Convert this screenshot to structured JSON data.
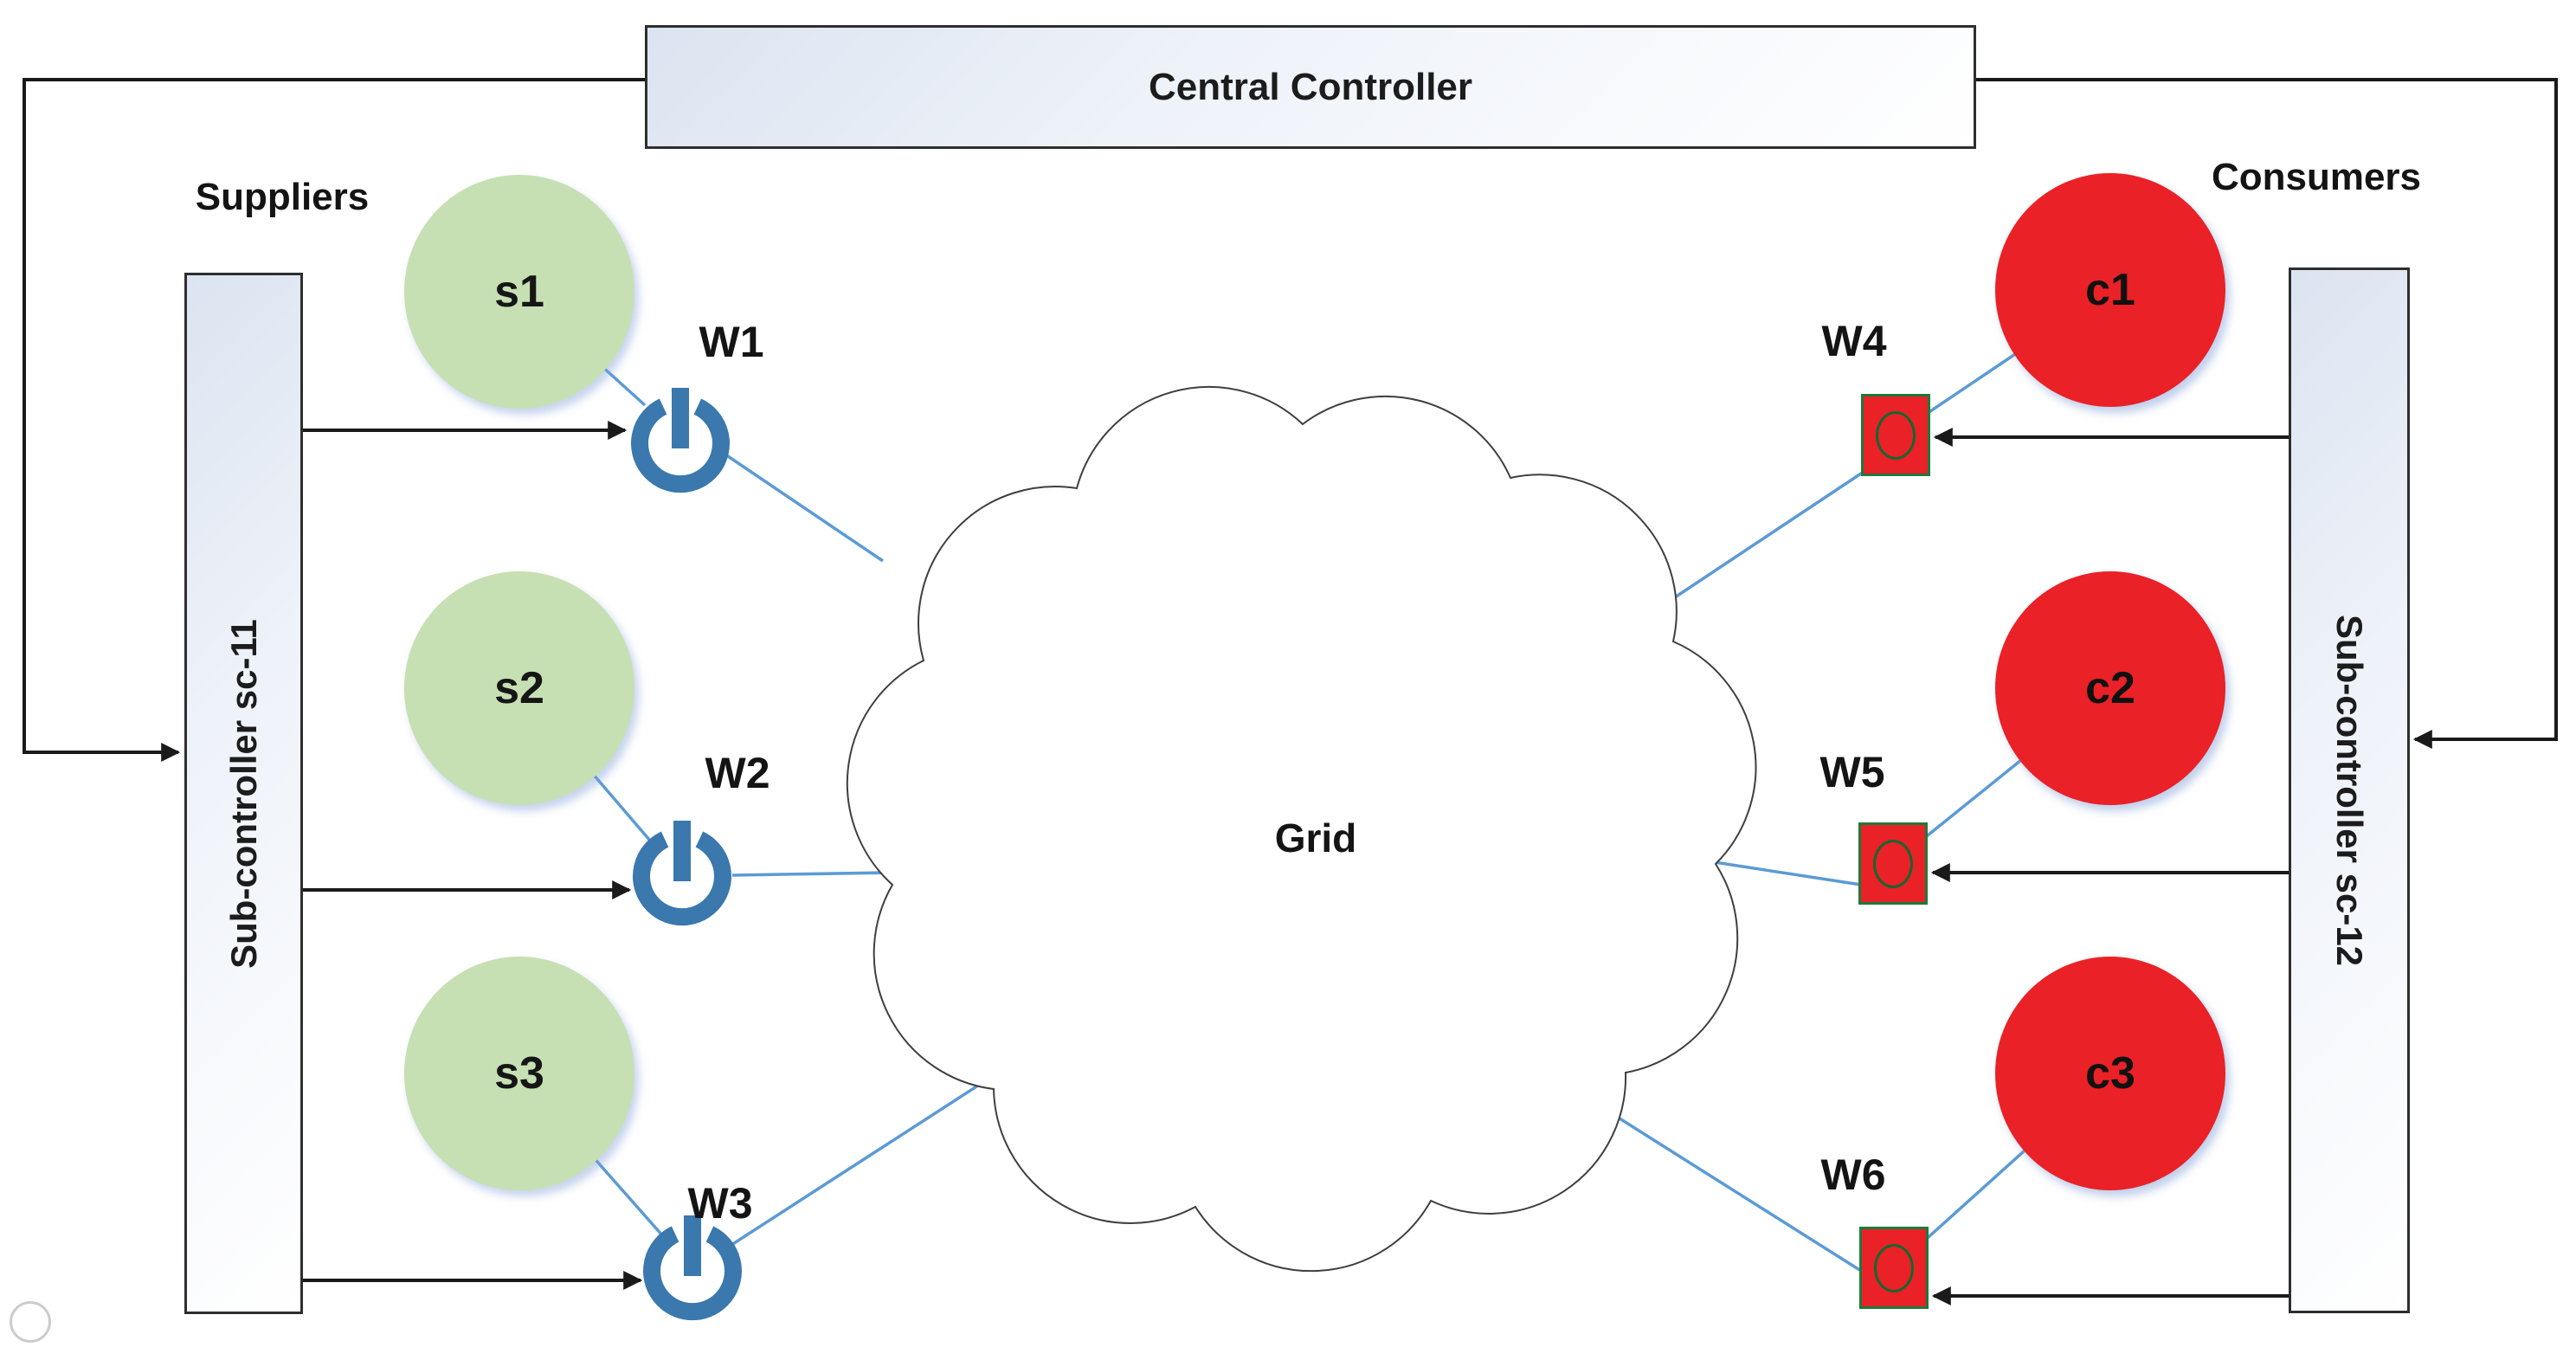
{
  "central_controller": {
    "label": "Central Controller"
  },
  "suppliers": {
    "group_label": "Suppliers",
    "nodes": [
      {
        "id": "s1"
      },
      {
        "id": "s2"
      },
      {
        "id": "s3"
      }
    ]
  },
  "consumers": {
    "group_label": "Consumers",
    "nodes": [
      {
        "id": "c1"
      },
      {
        "id": "c2"
      },
      {
        "id": "c3"
      }
    ]
  },
  "sub_controllers": {
    "left": {
      "label": "Sub-controller sc-11"
    },
    "right": {
      "label": "Sub-controller sc-12"
    }
  },
  "grid": {
    "label": "Grid"
  },
  "switches": {
    "left": [
      {
        "id": "W1"
      },
      {
        "id": "W2"
      },
      {
        "id": "W3"
      }
    ],
    "right": [
      {
        "id": "W4"
      },
      {
        "id": "W5"
      },
      {
        "id": "W6"
      }
    ]
  },
  "colors": {
    "supplier_fill": "#C6E0B3",
    "consumer_fill": "#EA2127",
    "switch_fill": "#EA2127",
    "switch_border": "#1E7A38",
    "power_icon_blue": "#3A78AD",
    "link_blue": "#5B9BD5",
    "connector_black": "#1A1A1A"
  }
}
